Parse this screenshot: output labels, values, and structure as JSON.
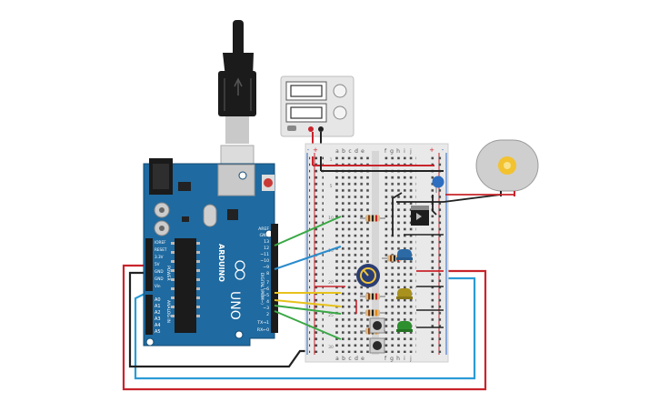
{
  "arduino": {
    "brand": "ARDUINO",
    "model": "UNO",
    "left_header_labels": [
      "IOREF",
      "RESET",
      "3.3V",
      "5V",
      "GND",
      "GND",
      "Vin"
    ],
    "power_label": "POWER",
    "analog_labels": [
      "A0",
      "A1",
      "A2",
      "A3",
      "A4",
      "A5"
    ],
    "analog_in_label": "ANALOG IN",
    "right_header_labels": [
      "AREF",
      "GND",
      "13",
      "12",
      "~11",
      "~10",
      "~9",
      "8",
      "7",
      "~6",
      "~5",
      "4",
      "~3",
      "2",
      "TX→1",
      "RX←0"
    ],
    "digital_label": "DIGITAL (PWM~)"
  },
  "breadboard": {
    "column_letters": [
      "a",
      "b",
      "c",
      "d",
      "e",
      "f",
      "g",
      "h",
      "i",
      "j"
    ],
    "plus": "+",
    "minus": "-",
    "row_numbers": [
      "1",
      "5",
      "10",
      "15",
      "20",
      "25",
      "30"
    ]
  },
  "colors": {
    "board": "#1f6aa0",
    "board_dark": "#134a72",
    "wire_red": "#c8242c",
    "wire_black": "#222222",
    "wire_green": "#3aa845",
    "wire_blue": "#2b8ccc",
    "wire_yellow": "#e7c21b",
    "wire_teal": "#2b9bd6"
  },
  "components": [
    "usb-cable-icon",
    "power-supply",
    "dc-motor",
    "capacitor",
    "transistor",
    "potentiometer",
    "resistor",
    "led-blue",
    "led-yellow",
    "led-green",
    "pushbutton"
  ]
}
